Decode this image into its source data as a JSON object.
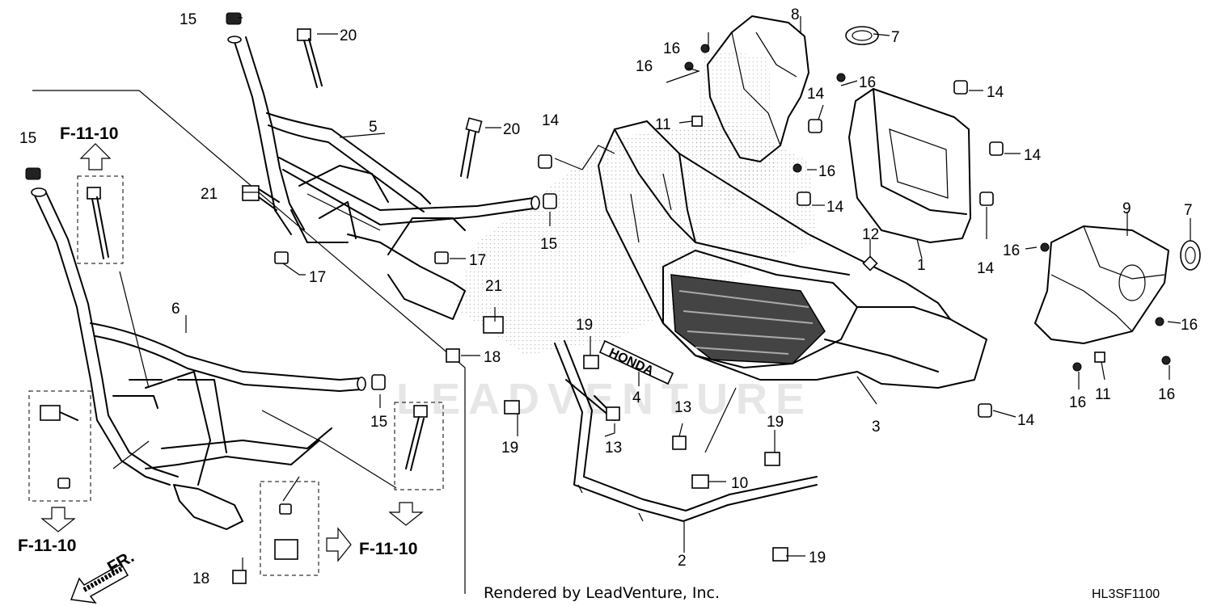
{
  "diagram": {
    "parts": [
      {
        "num": "1"
      },
      {
        "num": "2"
      },
      {
        "num": "3"
      },
      {
        "num": "4"
      },
      {
        "num": "5"
      },
      {
        "num": "6"
      },
      {
        "num": "7"
      },
      {
        "num": "7"
      },
      {
        "num": "8"
      },
      {
        "num": "9"
      },
      {
        "num": "10"
      },
      {
        "num": "11"
      },
      {
        "num": "11"
      },
      {
        "num": "12"
      },
      {
        "num": "13"
      },
      {
        "num": "13"
      },
      {
        "num": "14"
      },
      {
        "num": "14"
      },
      {
        "num": "14"
      },
      {
        "num": "14"
      },
      {
        "num": "14"
      },
      {
        "num": "14"
      },
      {
        "num": "14"
      },
      {
        "num": "15"
      },
      {
        "num": "15"
      },
      {
        "num": "15"
      },
      {
        "num": "15"
      },
      {
        "num": "16"
      },
      {
        "num": "16"
      },
      {
        "num": "16"
      },
      {
        "num": "16"
      },
      {
        "num": "16"
      },
      {
        "num": "16"
      },
      {
        "num": "16"
      },
      {
        "num": "16"
      },
      {
        "num": "17"
      },
      {
        "num": "17"
      },
      {
        "num": "18"
      },
      {
        "num": "18"
      },
      {
        "num": "19"
      },
      {
        "num": "19"
      },
      {
        "num": "19"
      },
      {
        "num": "19"
      },
      {
        "num": "20"
      },
      {
        "num": "20"
      },
      {
        "num": "21"
      },
      {
        "num": "21"
      }
    ],
    "refs": [
      "F-11-10",
      "F-11-10",
      "F-11-10"
    ],
    "direction_label": "FR.",
    "emblem_text": "HONDA",
    "watermark": "LEADVENTURE",
    "footer": "Rendered by LeadVenture, Inc.",
    "diagram_code": "HL3SF1100"
  }
}
